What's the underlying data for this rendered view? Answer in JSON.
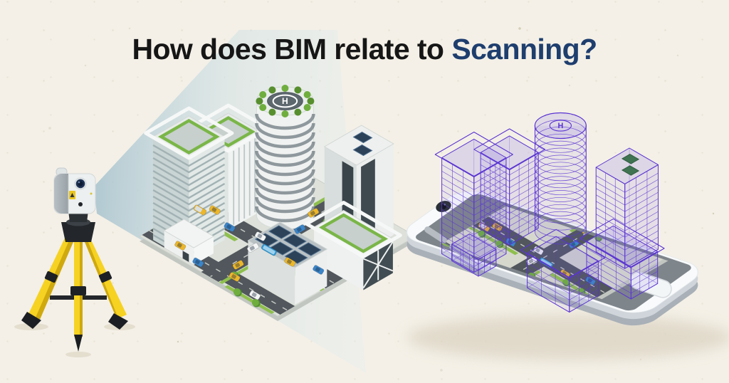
{
  "title": {
    "prefix": "How does BIM relate to",
    "highlight": "Scanning?"
  },
  "physical_city": {
    "helipad_letter": "H"
  },
  "wireframe_city": {
    "helipad_letter": "H"
  },
  "palette": {
    "background": "#f4f0e7",
    "title_text": "#161616",
    "title_accent": "#1e3e6e",
    "beam_near": "#a9c4cf",
    "beam_mid": "#cbdfe5",
    "beam_far": "#e2eef0",
    "wireframe_purple": "#5a35d2",
    "tripod_yellow": "#f6d223",
    "tripod_yellow_shade": "#cfa90e",
    "tripod_hardware_black": "#1d2125",
    "scanner_body_white": "#edf0f0",
    "scanner_side_gray": "#98a1a6",
    "scanner_lens_navy": "#1c3052",
    "scanner_sticker_yellow": "#e9c51f",
    "ground_gray": "#dde1da",
    "phone_map_gray": "#d6d8ce",
    "road_gray": "#51575c",
    "greenery": "#8fbf4d",
    "tree_green": "#6fae3e",
    "roof_green": "#7ab648",
    "glass_dark": "#3e4a50",
    "building_white": "#f0f3f2",
    "building_shade": "#c9d4d4",
    "phone_white": "#f8fafb",
    "phone_side_gray": "#a9b0b7",
    "taxi_yellow": "#edb72b",
    "bus_blue": "#2e9ad6",
    "car_blue": "#3b85c9",
    "car_white": "#f4f5f5",
    "shadow_tan": "#ddd5c5"
  }
}
